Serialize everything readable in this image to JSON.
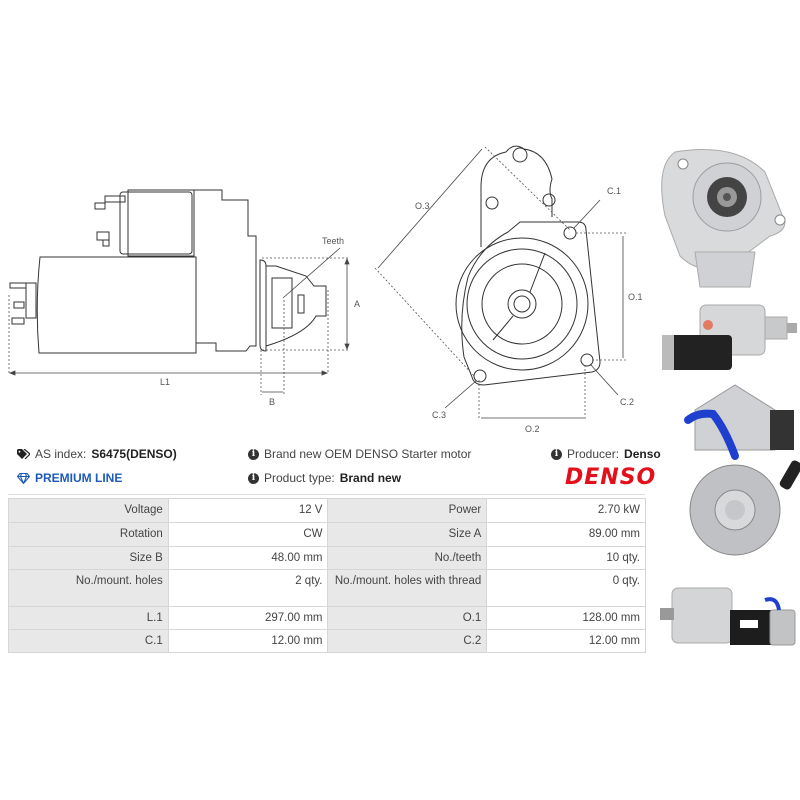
{
  "drawings": {
    "side_view": {
      "labels": {
        "teeth": "Teeth",
        "a": "A",
        "l1": "L1",
        "b": "B"
      }
    },
    "front_view": {
      "labels": {
        "o3": "O.3",
        "c1": "C.1",
        "o1": "O.1",
        "c3": "C.3",
        "c2": "C.2",
        "o2": "O.2"
      }
    }
  },
  "info": {
    "as_index_label": "AS index:",
    "as_index_value": "S6475(DENSO)",
    "premium_line": "PREMIUM LINE",
    "description": "Brand new OEM DENSO Starter motor",
    "product_type_label": "Product type:",
    "product_type_value": "Brand new",
    "producer_label": "Producer:",
    "producer_value": "Denso",
    "brand_logo": "DENSO"
  },
  "colors": {
    "brand_red": "#e3101b",
    "premium_blue": "#1e5bb8",
    "table_key_bg": "#e8e8e8",
    "table_border": "#d6d6d6"
  },
  "specs": {
    "rows": [
      {
        "k1": "Voltage",
        "v1": "12 V",
        "k2": "Power",
        "v2": "2.70 kW"
      },
      {
        "k1": "Rotation",
        "v1": "CW",
        "k2": "Size A",
        "v2": "89.00 mm"
      },
      {
        "k1": "Size B",
        "v1": "48.00 mm",
        "k2": "No./teeth",
        "v2": "10 qty."
      },
      {
        "k1": "No./mount. holes",
        "v1": "2 qty.",
        "k2": "No./mount. holes with thread",
        "v2": "0 qty."
      },
      {
        "k1": "L.1",
        "v1": "297.00 mm",
        "k2": "O.1",
        "v2": "128.00 mm"
      },
      {
        "k1": "C.1",
        "v1": "12.00 mm",
        "k2": "C.2",
        "v2": "12.00 mm"
      }
    ]
  },
  "photos": [
    {
      "name": "front-pinion-view"
    },
    {
      "name": "side-view-solenoid-top"
    },
    {
      "name": "rear-view-blue-lead"
    },
    {
      "name": "side-view-pinion-left"
    }
  ]
}
